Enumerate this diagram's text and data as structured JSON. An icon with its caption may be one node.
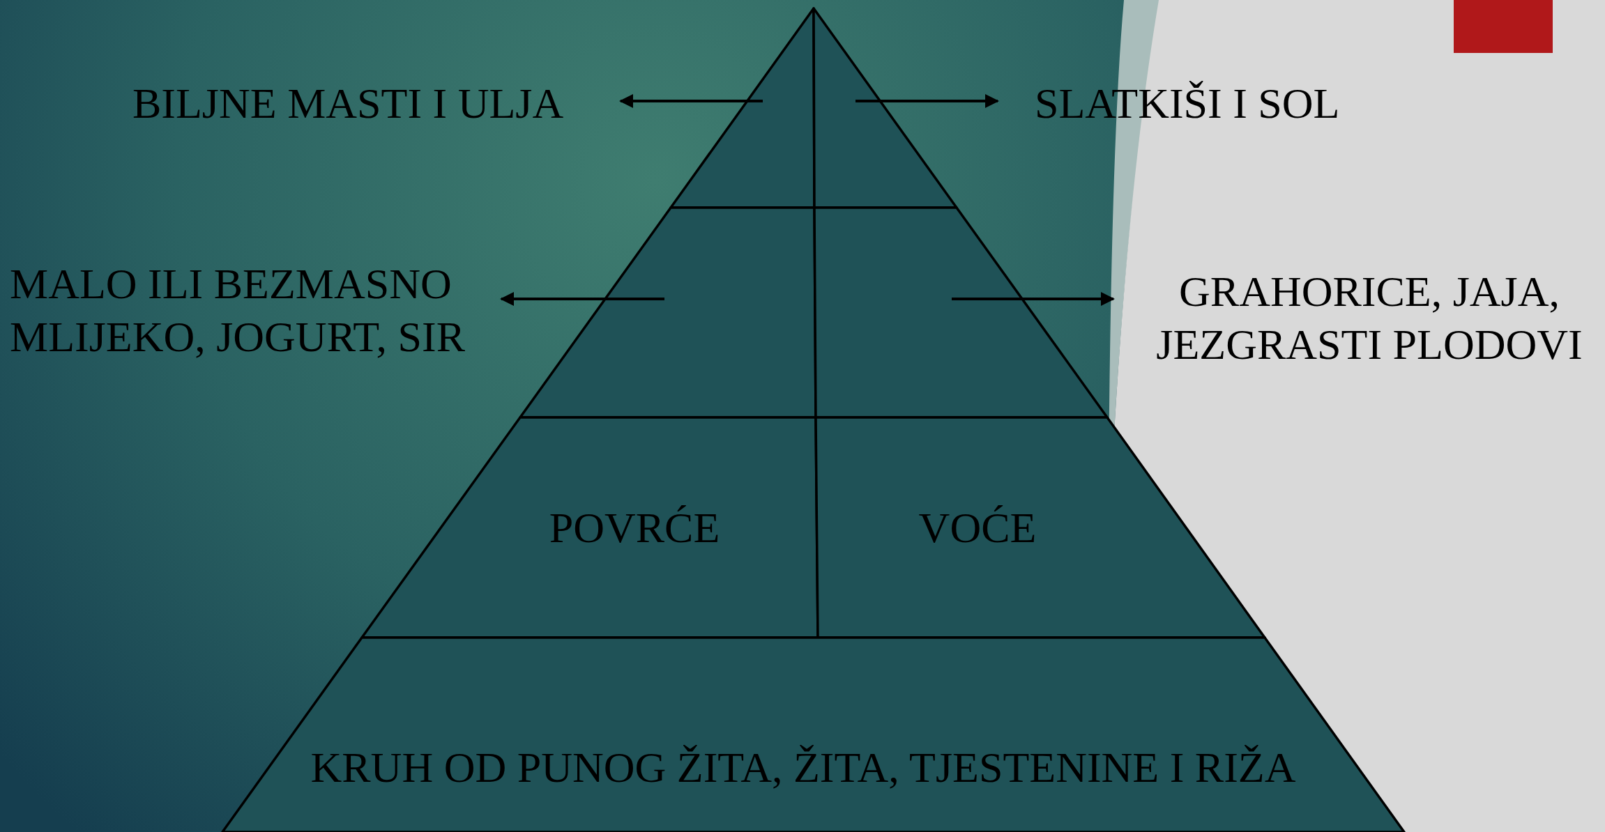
{
  "diagram": {
    "nodes": [
      {
        "text": [],
        "shape": "triangle"
      },
      {
        "text": [],
        "shape": "triangle"
      },
      {
        "text": [
          "BILJNE MASTI I ULJA"
        ]
      },
      {
        "text": [
          "SLATKIŠI I SOL"
        ]
      },
      {
        "text": [],
        "shape": "trapezoid"
      },
      {
        "text": [],
        "shape": "trapezoid"
      },
      {
        "text": [
          "MALO ILI BEZMASNO MLIJEKO, JOGURT, SIR"
        ]
      },
      {
        "text": [
          "GRAHORICE, JAJA, JEZGRASTI PLODOVI"
        ]
      },
      {
        "text": [
          "POVRĆE"
        ]
      },
      {
        "text": [
          "VOĆE"
        ]
      },
      {
        "text": [
          "KRUH OD PUNOG ŽITA, ŽITA, TJESTENINE I RIŽA"
        ]
      }
    ],
    "edges": [
      {
        "from": 0,
        "to": 2,
        "arrow": "to"
      },
      {
        "from": 1,
        "to": 3,
        "arrow": "to"
      },
      {
        "from": 4,
        "to": 6,
        "arrow": "to"
      },
      {
        "from": 5,
        "to": 7,
        "arrow": "to"
      }
    ]
  }
}
